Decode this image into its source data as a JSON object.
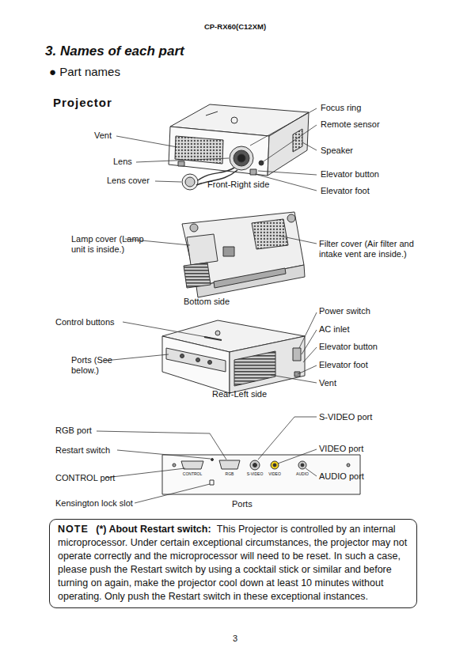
{
  "diagram": {
    "title": "3. Names of each part",
    "nodes": [
      {
        "text": [
          "NOTE",
          "(*) About Restart switch:",
          "This Projector is controlled by an internal microprocessor. Under certain exceptional circumstances, the projector may not operate correctly and the microprocessor will need to be reset. In such a case, please push the Restart switch by using a cocktail stick or similar and before turning on again, make the projector cool down at least 10 minutes without operating. Only push the Restart switch in these exceptional instances."
        ]
      }
    ],
    "labels": [
      "CP-RX60(C12XM)",
      "● Part names",
      "Projector",
      "Focus ring",
      "Remote sensor",
      "Vent",
      "Speaker",
      "Lens",
      "Elevator button",
      "Lens cover",
      "Front-Right side",
      "Elevator foot",
      "Lamp cover (Lamp unit is inside.)",
      "Filter cover (Air filter and intake vent are inside.)",
      "Bottom side",
      "Power switch",
      "Control buttons",
      "AC inlet",
      "Elevator button",
      "Ports (See below.)",
      "Elevator foot",
      "Vent",
      "Rear-Left side",
      "S-VIDEO port",
      "RGB port",
      "VIDEO port",
      "Restart switch",
      "AUDIO port",
      "CONTROL port",
      "CONTROL",
      "RGB",
      "S-VIDEO",
      "VIDEO",
      "AUDIO",
      "Kensington lock slot",
      "Ports",
      "3"
    ]
  }
}
